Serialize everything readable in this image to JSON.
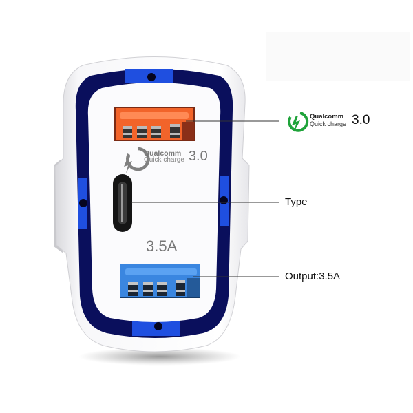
{
  "product": {
    "name": "USB car charger",
    "body_color": "#f4f4f6",
    "ring_color_dark": "#0a0f5c",
    "ring_color_light": "#1f4fe0",
    "device_printing": {
      "qc_logo": {
        "brand": "Qualcomm",
        "subtitle": "Quick charge",
        "version": "3.0",
        "icon": "qc-lightning-icon",
        "color": "#808080"
      },
      "amperage": "3.5A"
    },
    "ports": [
      {
        "id": "usb-qc",
        "type": "USB-A",
        "color": "#f2642a"
      },
      {
        "id": "usb-c",
        "type": "USB-C",
        "color": "#1a1a1a"
      },
      {
        "id": "usb-3-5a",
        "type": "USB-A",
        "color": "#3a86e0"
      }
    ]
  },
  "callouts": [
    {
      "id": "qc",
      "badge": {
        "brand": "Qualcomm",
        "subtitle": "Quick charge",
        "version": "3.0",
        "icon": "qc-lightning-icon",
        "color": "#1fa33a"
      }
    },
    {
      "id": "type",
      "label": "Type"
    },
    {
      "id": "output",
      "label": "Output:3.5A"
    }
  ]
}
